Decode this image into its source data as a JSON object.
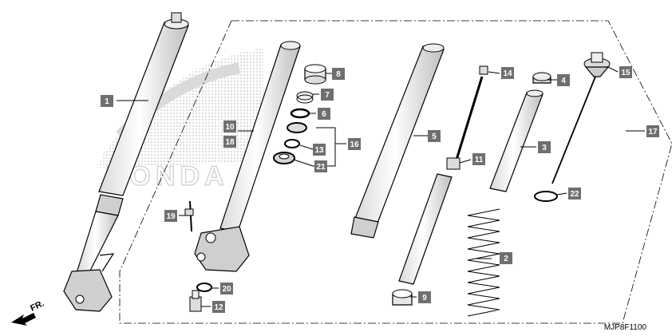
{
  "diagram": {
    "code": "MJP8F1100",
    "direction_label": "FR.",
    "brand_watermark": "HONDA",
    "colors": {
      "callout_fill": "#6f6f6f",
      "callout_text": "#ffffff",
      "line": "#000000",
      "watermark": "#c9c9c9"
    },
    "callouts": [
      {
        "id": "c1",
        "label": "1"
      },
      {
        "id": "c2",
        "label": "2"
      },
      {
        "id": "c3",
        "label": "3"
      },
      {
        "id": "c4",
        "label": "4"
      },
      {
        "id": "c5",
        "label": "5"
      },
      {
        "id": "c6",
        "label": "6"
      },
      {
        "id": "c7",
        "label": "7"
      },
      {
        "id": "c8",
        "label": "8"
      },
      {
        "id": "c9",
        "label": "9"
      },
      {
        "id": "c10",
        "label": "10"
      },
      {
        "id": "c11",
        "label": "11"
      },
      {
        "id": "c12",
        "label": "12"
      },
      {
        "id": "c13",
        "label": "13"
      },
      {
        "id": "c14",
        "label": "14"
      },
      {
        "id": "c15",
        "label": "15"
      },
      {
        "id": "c16",
        "label": "16"
      },
      {
        "id": "c17",
        "label": "17"
      },
      {
        "id": "c18",
        "label": "18"
      },
      {
        "id": "c19",
        "label": "19"
      },
      {
        "id": "c20",
        "label": "20"
      },
      {
        "id": "c21",
        "label": "21"
      },
      {
        "id": "c22",
        "label": "22"
      }
    ]
  }
}
